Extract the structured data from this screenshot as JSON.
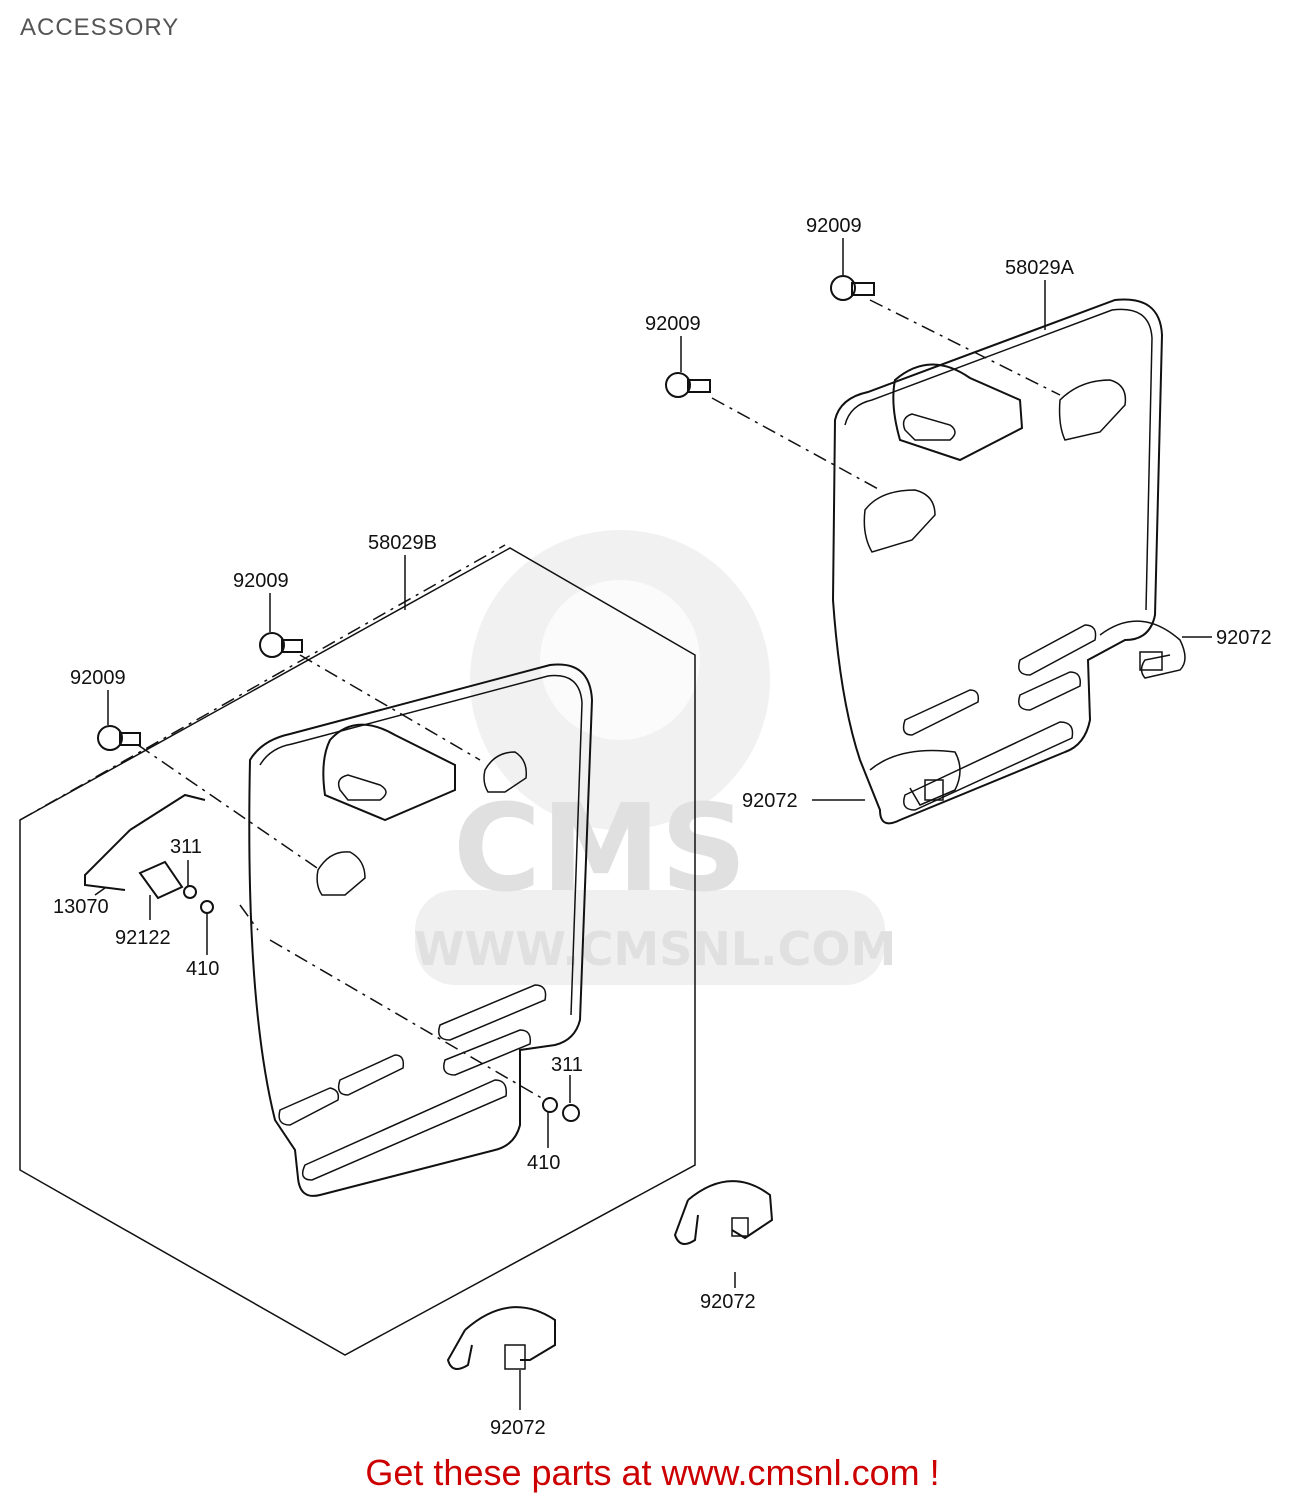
{
  "page": {
    "title": "ACCESSORY",
    "footer": "Get these parts at www.cmsnl.com !"
  },
  "watermark": {
    "brand": "CMS",
    "url": "WWW.CMSNL.COM"
  },
  "labels": {
    "p92009_top": "92009",
    "p58029A": "58029A",
    "p92009_right_mid": "92009",
    "p58029B": "58029B",
    "p92009_left_a": "92009",
    "p92009_left_b": "92009",
    "p92072_right": "92072",
    "p92072_right_lower": "92072",
    "p311_left": "311",
    "p13070": "13070",
    "p92122": "92122",
    "p410_left": "410",
    "p311_bottom": "311",
    "p410_bottom": "410",
    "p92072_clamp_mid": "92072",
    "p92072_clamp_bottom": "92072"
  },
  "colors": {
    "footer": "#cc0000",
    "title": "#555555",
    "line": "#111111",
    "watermark": "#e0e0e0"
  }
}
